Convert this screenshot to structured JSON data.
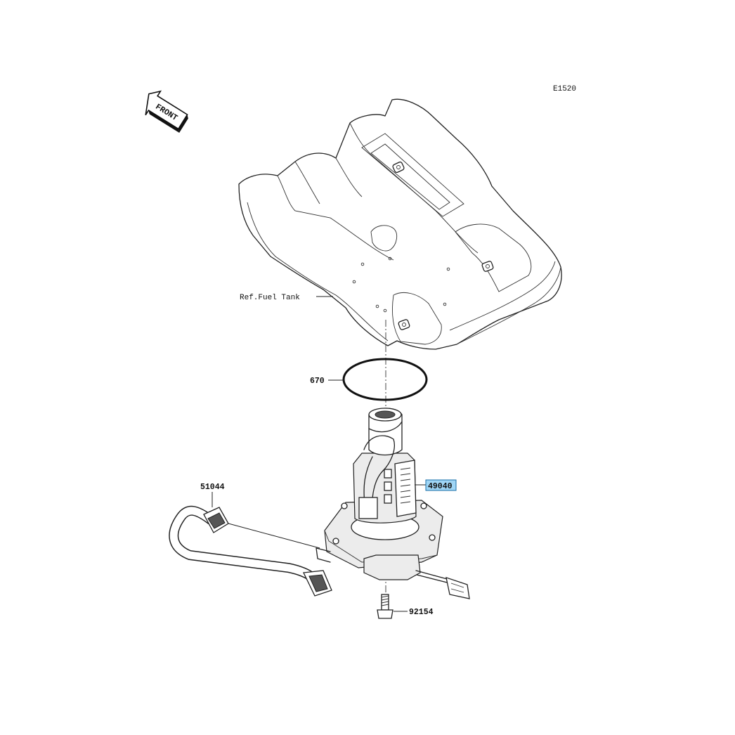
{
  "diagram_code": "E1520",
  "front_arrow": {
    "text": "FRONT",
    "icon": "front-direction-arrow"
  },
  "callouts": {
    "ref_fuel_tank": "Ref.Fuel Tank",
    "o_ring": "670",
    "hose": "51044",
    "fuel_pump": "49040",
    "bolt": "92154"
  },
  "colors": {
    "highlight": "#9fd5f5",
    "line": "#222222"
  }
}
